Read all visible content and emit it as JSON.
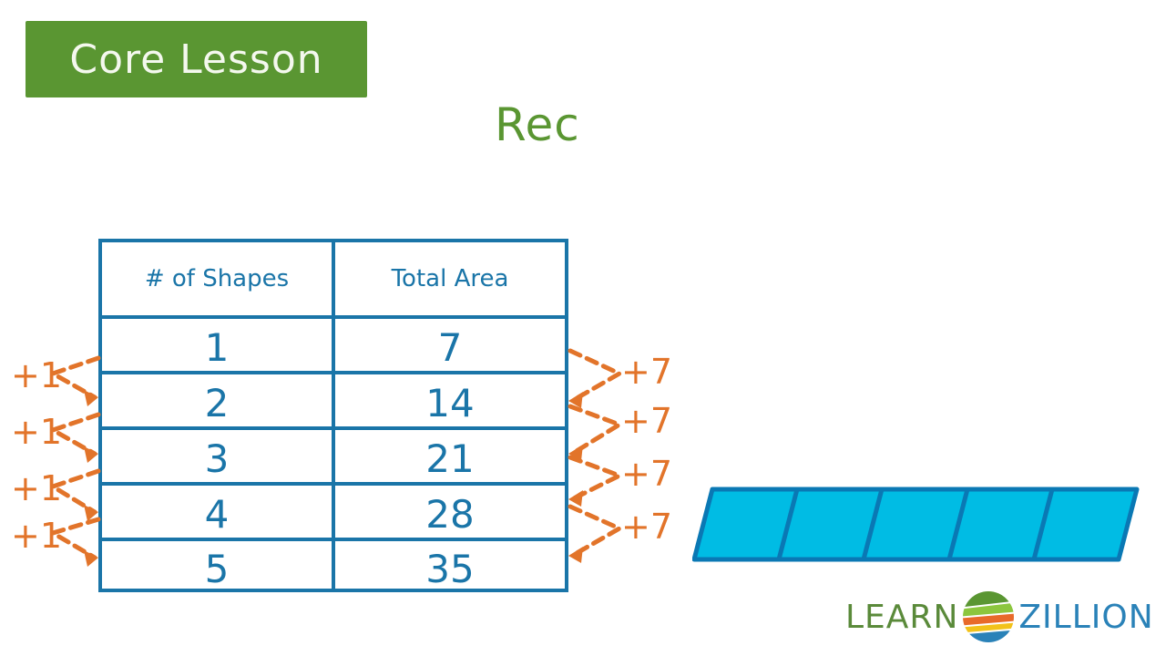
{
  "badge": {
    "label": "Core Lesson",
    "color": "#5a9632"
  },
  "heading": {
    "text": "Rec",
    "color": "#5a9632"
  },
  "table": {
    "headers": [
      "# of Shapes",
      "Total Area"
    ],
    "rows": [
      [
        "1",
        "7"
      ],
      [
        "2",
        "14"
      ],
      [
        "3",
        "21"
      ],
      [
        "4",
        "28"
      ],
      [
        "5",
        "35"
      ]
    ],
    "border_color": "#1a75a8"
  },
  "annotations": {
    "left": [
      "+1",
      "+1",
      "+1",
      "+1"
    ],
    "right": [
      "+7",
      "+7",
      "+7",
      "+7"
    ],
    "color": "#e2742a"
  },
  "shape": {
    "name": "parallelogram strip",
    "units": 5,
    "fill": "#00bce4",
    "stroke": "#0a78b4"
  },
  "logo": {
    "left": "LEARN",
    "right": "ZILLION"
  }
}
